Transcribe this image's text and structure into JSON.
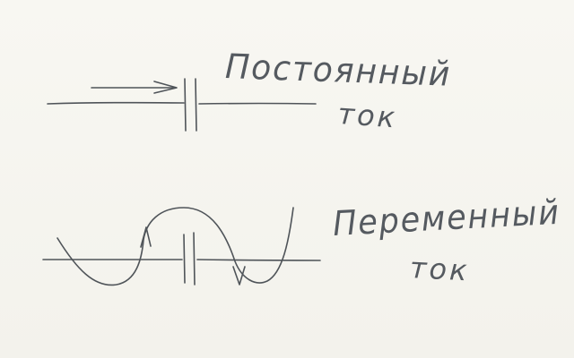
{
  "diagram": {
    "dc": {
      "label_line1": "Постоянный",
      "label_line2": "ток"
    },
    "ac": {
      "label_line1": "Переменный",
      "label_line2": "ток"
    }
  },
  "colors": {
    "pencil": "#4f5459",
    "paper": "#f6f5f0"
  }
}
